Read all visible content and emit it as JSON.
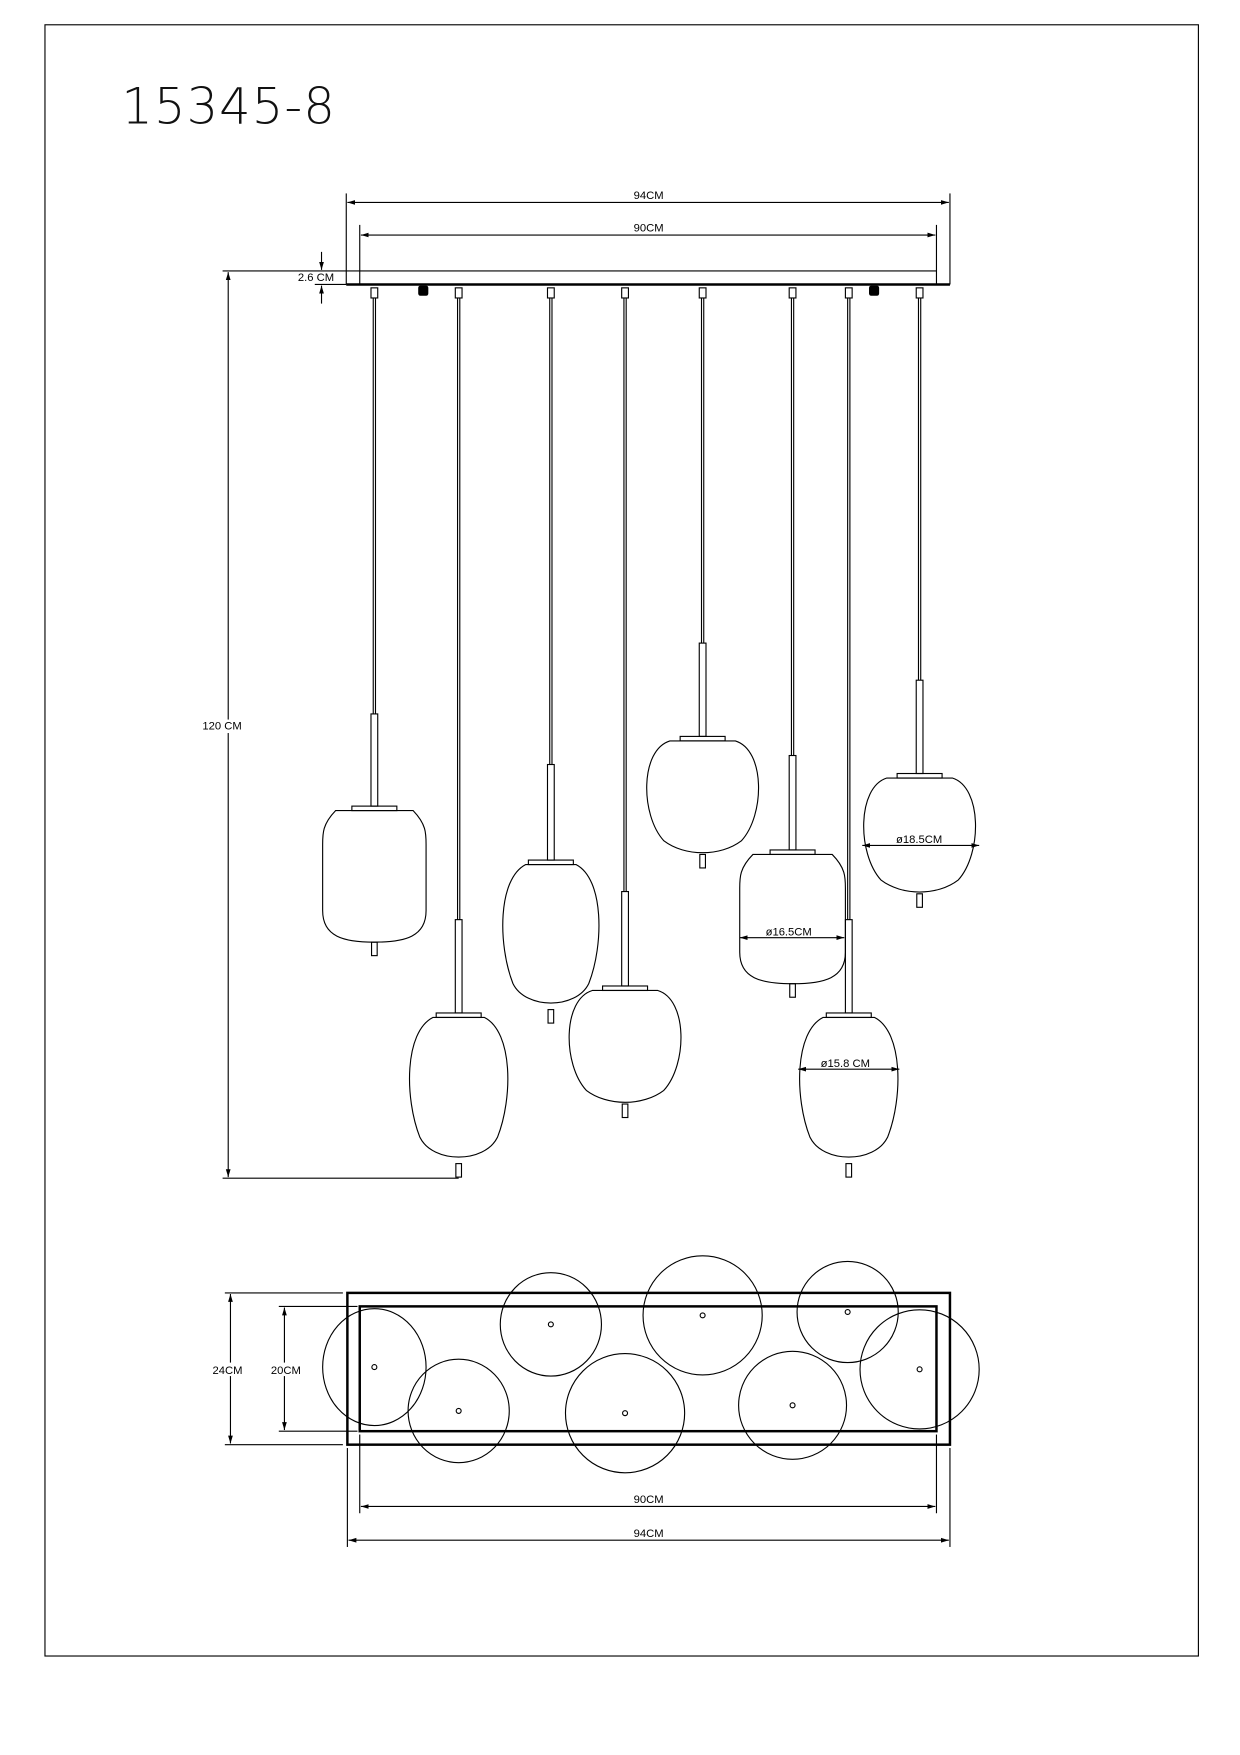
{
  "title": "15345-8",
  "side_view": {
    "width_outer": "94CM",
    "width_inner": "90CM",
    "canopy_height": "2.6  CM",
    "total_height": "120  CM",
    "diameter_labels": [
      "ø18.5CM",
      "ø16.5CM",
      "ø15.8  CM"
    ]
  },
  "top_view": {
    "depth_outer": "24CM",
    "depth_inner": "20CM",
    "width_inner": "90CM",
    "width_outer": "94CM"
  }
}
